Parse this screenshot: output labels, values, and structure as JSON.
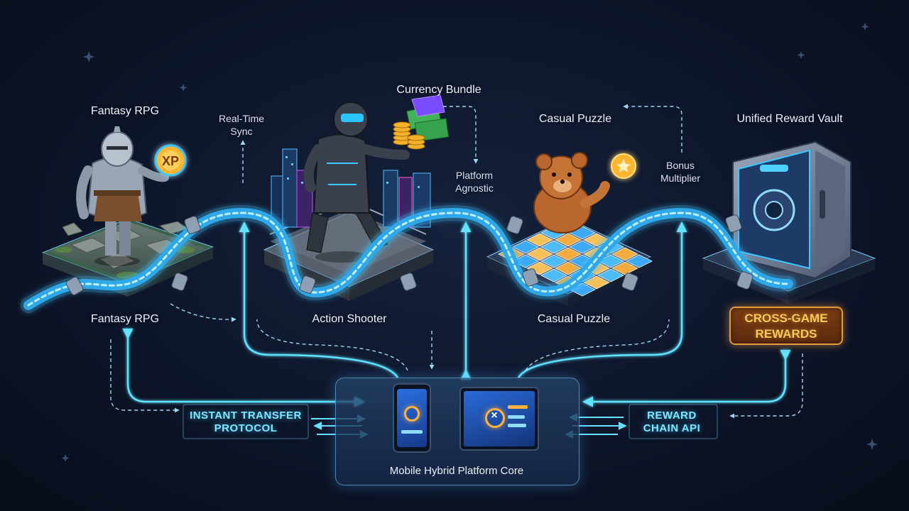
{
  "nodes": {
    "fantasy_rpg_top": "Fantasy RPG",
    "fantasy_rpg_bottom": "Fantasy RPG",
    "action_shooter": "Action Shooter",
    "casual_puzzle_top": "Casual Puzzle",
    "casual_puzzle_bottom": "Casual Puzzle",
    "currency_bundle": "Currency Bundle",
    "unified_reward_vault": "Unified Reward Vault"
  },
  "annotations": {
    "real_time_sync": [
      "Real-Time",
      "Sync"
    ],
    "platform_agnostic": [
      "Platform",
      "Agnostic"
    ],
    "bonus_multiplier": [
      "Bonus",
      "Multiplier"
    ]
  },
  "protocols": {
    "left": [
      "INSTANT TRANSFER",
      "PROTOCOL"
    ],
    "right": [
      "REWARD",
      "CHAIN API"
    ]
  },
  "badge": [
    "CROSS-GAME",
    "REWARDS"
  ],
  "core": {
    "title": "Mobile Hybrid Platform Core"
  },
  "icons": {
    "xp_orb": "XP"
  },
  "colors": {
    "pipe_glow": "#3fc4ff",
    "flow_line": "#62e2ff",
    "badge_text": "#ffc95a",
    "accent_orange": "#ffb23d"
  }
}
